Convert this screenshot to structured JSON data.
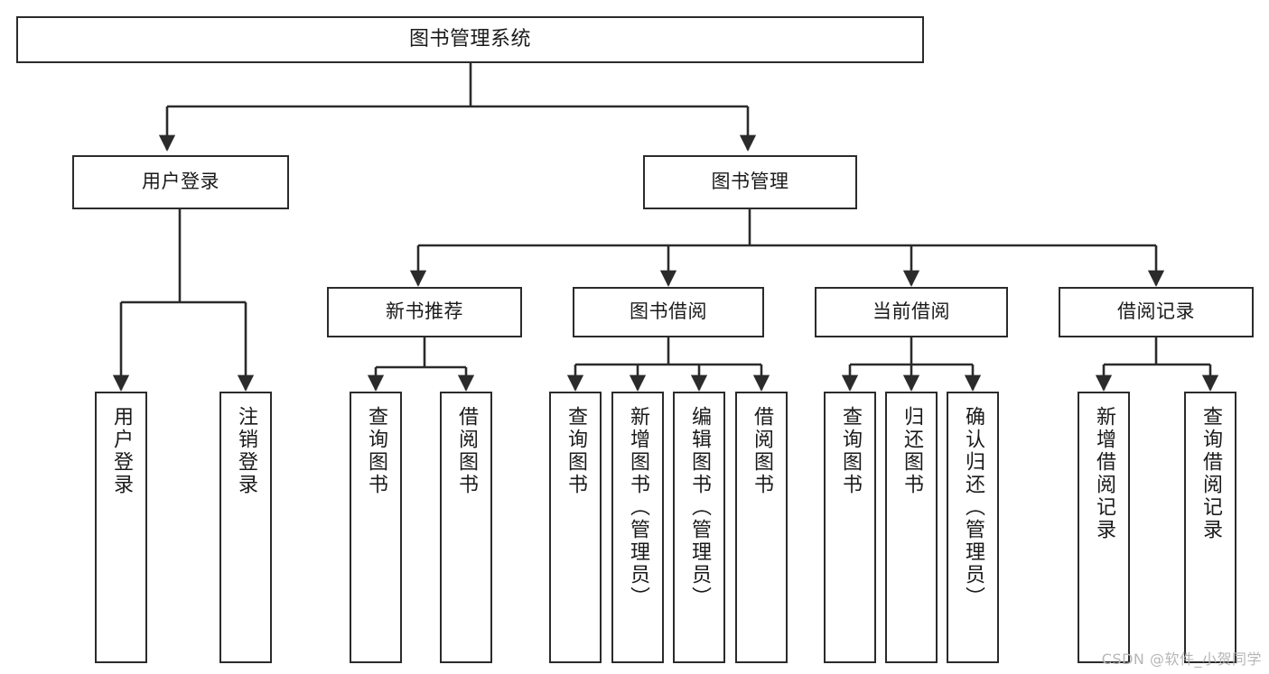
{
  "diagram": {
    "title": "图书管理系统",
    "watermark": "CSDN @软件_小贺同学",
    "colors": {
      "background": "#ffffff",
      "box_fill": "#ffffff",
      "box_stroke": "#2b2b2b",
      "edge_stroke": "#2b2b2b",
      "text": "#1a1a1a",
      "watermark": "#b6b6b6"
    },
    "nodes": {
      "root": {
        "label": "图书管理系统"
      },
      "level2": [
        {
          "id": "user-login",
          "label": "用户登录"
        },
        {
          "id": "book-manage",
          "label": "图书管理"
        }
      ],
      "level3": [
        {
          "id": "new-book-recommend",
          "label": "新书推荐"
        },
        {
          "id": "book-borrow",
          "label": "图书借阅"
        },
        {
          "id": "current-borrow",
          "label": "当前借阅"
        },
        {
          "id": "borrow-record",
          "label": "借阅记录"
        }
      ],
      "leaves": {
        "user_login": [
          {
            "id": "leaf-user-login",
            "label": "用户登录"
          },
          {
            "id": "leaf-logout-login",
            "label": "注销登录"
          }
        ],
        "new_book_recommend": [
          {
            "id": "leaf-query-book-1",
            "label": "查询图书"
          },
          {
            "id": "leaf-borrow-book-1",
            "label": "借阅图书"
          }
        ],
        "book_borrow": [
          {
            "id": "leaf-query-book-2",
            "label": "查询图书"
          },
          {
            "id": "leaf-add-book",
            "label": "新增图书（管理员）"
          },
          {
            "id": "leaf-edit-book",
            "label": "编辑图书（管理员）"
          },
          {
            "id": "leaf-borrow-book-2",
            "label": "借阅图书"
          }
        ],
        "current_borrow": [
          {
            "id": "leaf-query-book-3",
            "label": "查询图书"
          },
          {
            "id": "leaf-return-book",
            "label": "归还图书"
          },
          {
            "id": "leaf-confirm-return",
            "label": "确认归还（管理员）"
          }
        ],
        "borrow_record": [
          {
            "id": "leaf-add-record",
            "label": "新增借阅记录"
          },
          {
            "id": "leaf-query-record",
            "label": "查询借阅记录"
          }
        ]
      }
    }
  }
}
